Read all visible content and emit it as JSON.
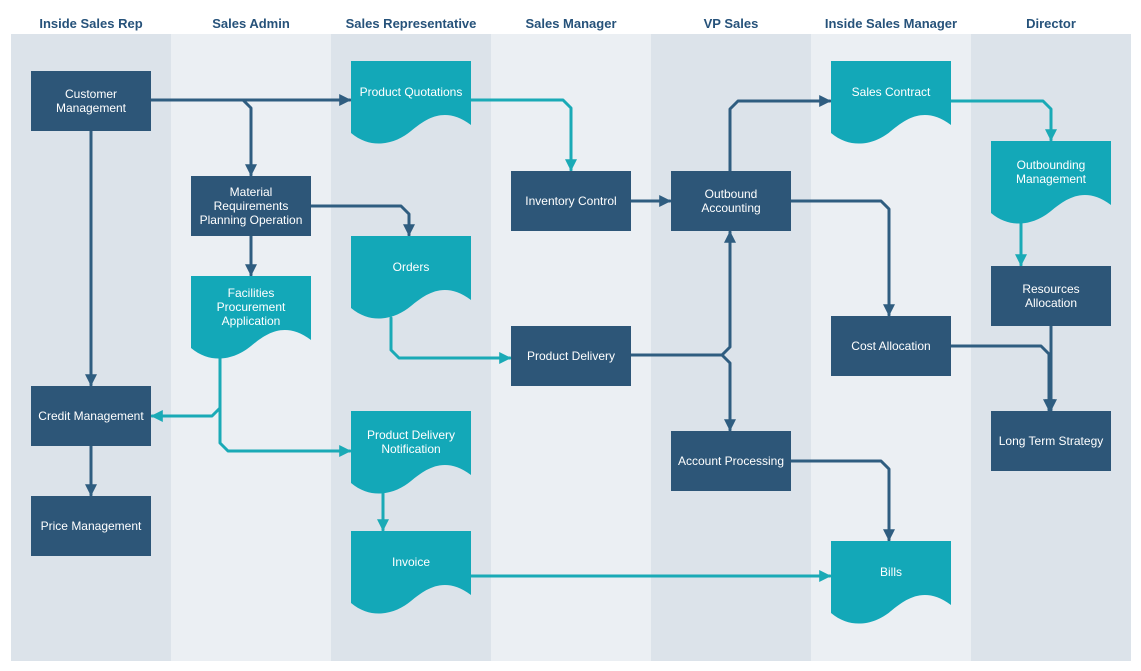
{
  "colors": {
    "process": "#2d5678",
    "document": "#13a8b8",
    "connector_dark": "#2f5d80",
    "connector_teal": "#1aaab6"
  },
  "lanes": [
    {
      "id": "inside-sales-rep",
      "title": "Inside Sales Rep"
    },
    {
      "id": "sales-admin",
      "title": "Sales Admin"
    },
    {
      "id": "sales-representative",
      "title": "Sales Representative"
    },
    {
      "id": "sales-manager",
      "title": "Sales Manager"
    },
    {
      "id": "vp-sales",
      "title": "VP Sales"
    },
    {
      "id": "inside-sales-manager",
      "title": "Inside Sales Manager"
    },
    {
      "id": "director",
      "title": "Director"
    }
  ],
  "nodes": [
    {
      "id": "customer-management",
      "type": "process",
      "lines": [
        "Customer",
        "Management"
      ]
    },
    {
      "id": "credit-management",
      "type": "process",
      "lines": [
        "Credit Management"
      ]
    },
    {
      "id": "price-management",
      "type": "process",
      "lines": [
        "Price Management"
      ]
    },
    {
      "id": "material-requirements",
      "type": "process",
      "lines": [
        "Material",
        "Requirements",
        "Planning Operation"
      ]
    },
    {
      "id": "facilities-procurement",
      "type": "document",
      "lines": [
        "Facilities",
        "Procurement",
        "Application"
      ]
    },
    {
      "id": "product-quotations",
      "type": "document",
      "lines": [
        "Product Quotations"
      ]
    },
    {
      "id": "orders",
      "type": "document",
      "lines": [
        "Orders"
      ]
    },
    {
      "id": "product-delivery-notification",
      "type": "document",
      "lines": [
        "Product Delivery",
        "Notification"
      ]
    },
    {
      "id": "invoice",
      "type": "document",
      "lines": [
        "Invoice"
      ]
    },
    {
      "id": "inventory-control",
      "type": "process",
      "lines": [
        "Inventory Control"
      ]
    },
    {
      "id": "product-delivery",
      "type": "process",
      "lines": [
        "Product Delivery"
      ]
    },
    {
      "id": "outbound-accounting",
      "type": "process",
      "lines": [
        "Outbound",
        "Accounting"
      ]
    },
    {
      "id": "account-processing",
      "type": "process",
      "lines": [
        "Account Processing"
      ]
    },
    {
      "id": "sales-contract",
      "type": "document",
      "lines": [
        "Sales Contract"
      ]
    },
    {
      "id": "cost-allocation",
      "type": "process",
      "lines": [
        "Cost Allocation"
      ]
    },
    {
      "id": "bills",
      "type": "document",
      "lines": [
        "Bills"
      ]
    },
    {
      "id": "outbounding-management",
      "type": "document",
      "lines": [
        "Outbounding",
        "Management"
      ]
    },
    {
      "id": "resources-allocation",
      "type": "process",
      "lines": [
        "Resources",
        "Allocation"
      ]
    },
    {
      "id": "long-term-strategy",
      "type": "process",
      "lines": [
        "Long Term Strategy"
      ]
    }
  ],
  "edges": [
    {
      "from": "customer-management",
      "to": "product-quotations",
      "style": "dark"
    },
    {
      "from": "customer-management",
      "to": "material-requirements",
      "style": "dark"
    },
    {
      "from": "customer-management",
      "to": "credit-management",
      "style": "dark"
    },
    {
      "from": "credit-management",
      "to": "price-management",
      "style": "dark"
    },
    {
      "from": "material-requirements",
      "to": "facilities-procurement",
      "style": "dark"
    },
    {
      "from": "material-requirements",
      "to": "orders",
      "style": "dark"
    },
    {
      "from": "facilities-procurement",
      "to": "credit-management",
      "style": "teal"
    },
    {
      "from": "facilities-procurement",
      "to": "product-delivery-notification",
      "style": "teal"
    },
    {
      "from": "product-quotations",
      "to": "inventory-control",
      "style": "teal"
    },
    {
      "from": "orders",
      "to": "product-delivery",
      "style": "teal"
    },
    {
      "from": "product-delivery-notification",
      "to": "invoice",
      "style": "teal"
    },
    {
      "from": "invoice",
      "to": "bills",
      "style": "teal"
    },
    {
      "from": "inventory-control",
      "to": "outbound-accounting",
      "style": "dark"
    },
    {
      "from": "product-delivery",
      "to": "outbound-accounting",
      "style": "dark"
    },
    {
      "from": "product-delivery",
      "to": "account-processing",
      "style": "dark"
    },
    {
      "from": "outbound-accounting",
      "to": "sales-contract",
      "style": "dark"
    },
    {
      "from": "outbound-accounting",
      "to": "cost-allocation",
      "style": "dark"
    },
    {
      "from": "account-processing",
      "to": "bills",
      "style": "dark"
    },
    {
      "from": "sales-contract",
      "to": "outbounding-management",
      "style": "teal"
    },
    {
      "from": "outbounding-management",
      "to": "resources-allocation",
      "style": "teal"
    },
    {
      "from": "resources-allocation",
      "to": "long-term-strategy",
      "style": "dark"
    },
    {
      "from": "cost-allocation",
      "to": "long-term-strategy",
      "style": "dark"
    }
  ]
}
